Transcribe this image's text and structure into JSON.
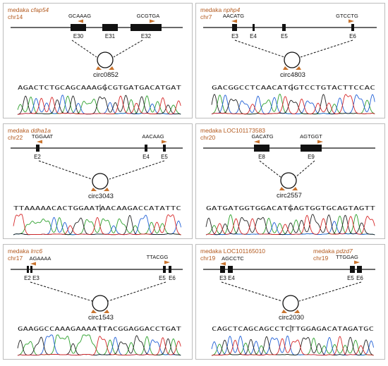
{
  "panels": [
    {
      "species": "medaka",
      "gene": "cfap54",
      "chr": "chr14",
      "primers": [
        "GCAAAG",
        "GCGTGA"
      ],
      "exons": [
        "E30",
        "E31",
        "E32"
      ],
      "circ": "circ0852",
      "seq": "AGACTCTGCAGCAAAGGCGTGATGACATGAT"
    },
    {
      "species": "medaka",
      "gene": "nphp4",
      "chr": "chr7",
      "primers": [
        "AACATG",
        "GTCCTG"
      ],
      "exons": [
        "E3",
        "E4",
        "E5",
        "E6"
      ],
      "circ": "circ4803",
      "seq": "GACGGCCTCAACATGGTCCTGTACTTCCAC"
    },
    {
      "species": "medaka",
      "gene": "ddha1a",
      "chr": "chr22",
      "primers": [
        "TGGAAT",
        "AACAAG"
      ],
      "exons": [
        "E2",
        "E4",
        "E5"
      ],
      "circ": "circ3043",
      "seq": "TTAAAAACACTGGAATAACAAGACCATATTC"
    },
    {
      "species": "medaka",
      "gene": "LOC101173583",
      "chr": "chr20",
      "primers": [
        "GACATG",
        "AGTGGT"
      ],
      "exons": [
        "E8",
        "E9"
      ],
      "circ": "circ2557",
      "seq": "GATGATGGTGGACATGAGTGGTGCAGTAGTT"
    },
    {
      "species": "medaka",
      "gene": "lrrc6",
      "chr": "chr17",
      "primers": [
        "AGAAAA",
        "TTACGG"
      ],
      "exons": [
        "E2",
        "E3",
        "E5",
        "E6"
      ],
      "circ": "circ1543",
      "seq": "GAAGGCCAAAGAAAATTACGGAGGACCTGAT"
    },
    {
      "species": "medaka",
      "gene": "LOC101165010",
      "chr": "chr19",
      "gene2": "pdzd7",
      "chr2": "chr19",
      "primers": [
        "AGCCTC",
        "TTGGAG"
      ],
      "exons": [
        "E3",
        "E4",
        "E5",
        "E6"
      ],
      "circ": "circ2030",
      "seq": "CAGCTCAGCAGCCTCTTGGAGACATAGATGC"
    }
  ],
  "colors": {
    "primer": "#c8732e",
    "label": "#b35a1f",
    "A": "#2ca02c",
    "C": "#1f5fd6",
    "G": "#222222",
    "T": "#d62728"
  }
}
